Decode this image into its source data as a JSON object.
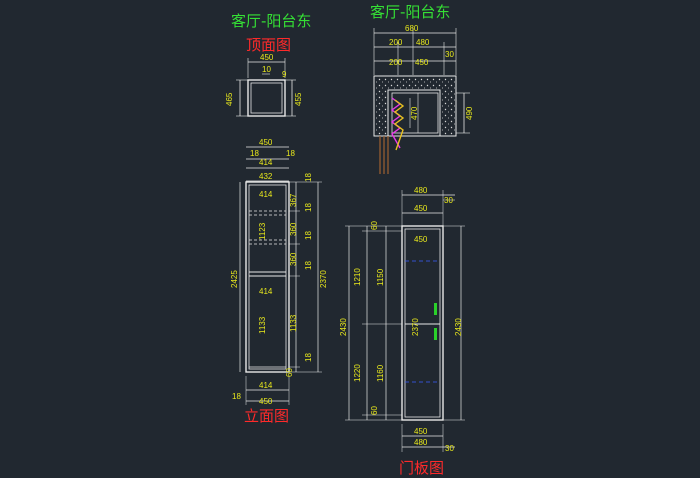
{
  "titles": {
    "left_heading": "客厅-阳台东",
    "right_heading": "客厅-阳台东",
    "top_view": "顶面图",
    "elevation": "立面图",
    "door_panel": "门板图"
  },
  "colors": {
    "background": "#212830",
    "line": "#e8e8e8",
    "dimension": "#e8e81c",
    "title_green": "#35e035",
    "title_red": "#ff2a2a",
    "blue_dash": "#3a5cff",
    "handle": "#2ad02a",
    "pipe_magenta": "#e838e8",
    "pipe_yellow": "#e8c020",
    "pipe_brown": "#a06030"
  },
  "dimensions": {
    "top_view": {
      "width": "450",
      "small_a": "10",
      "small_b": "9",
      "depth_left": "465",
      "depth_right": "455"
    },
    "plan": {
      "overall": "680",
      "seg_left_top": "200",
      "seg_mid_top": "480",
      "seg_right_top": "30",
      "seg_left_bottom": "200",
      "seg_mid_bottom": "450",
      "inner_depth": "470",
      "outer_depth": "490"
    },
    "elevation": {
      "w450_top": "450",
      "s18_left": "18",
      "w414_top": "414",
      "s18_right": "18",
      "w432": "432",
      "w414_mid": "414",
      "w414_lower": "414",
      "h1123": "1123",
      "h1133_inner": "1133",
      "h2425": "2425",
      "r18_a": "18",
      "r367": "367",
      "r18_b": "18",
      "r360_a": "360",
      "r18_c": "18",
      "r360_b": "360",
      "r18_d": "18",
      "r1133": "1133",
      "r18_e": "18",
      "r60": "60",
      "r2370": "2370",
      "w414_bottom": "414",
      "s18_bottom": "18",
      "w450_bottom": "450"
    },
    "door": {
      "w480_top": "480",
      "s30_top": "30",
      "w450_top": "450",
      "w450_inner": "450",
      "l60_top": "60",
      "l1210": "1210",
      "l1150": "1150",
      "l2430": "2430",
      "l1220": "1220",
      "l1160": "1160",
      "l60_bottom": "60",
      "c2370": "2370",
      "r2430": "2430",
      "w450_bottom": "450",
      "w480_bottom": "480",
      "s30_bottom": "30"
    }
  }
}
